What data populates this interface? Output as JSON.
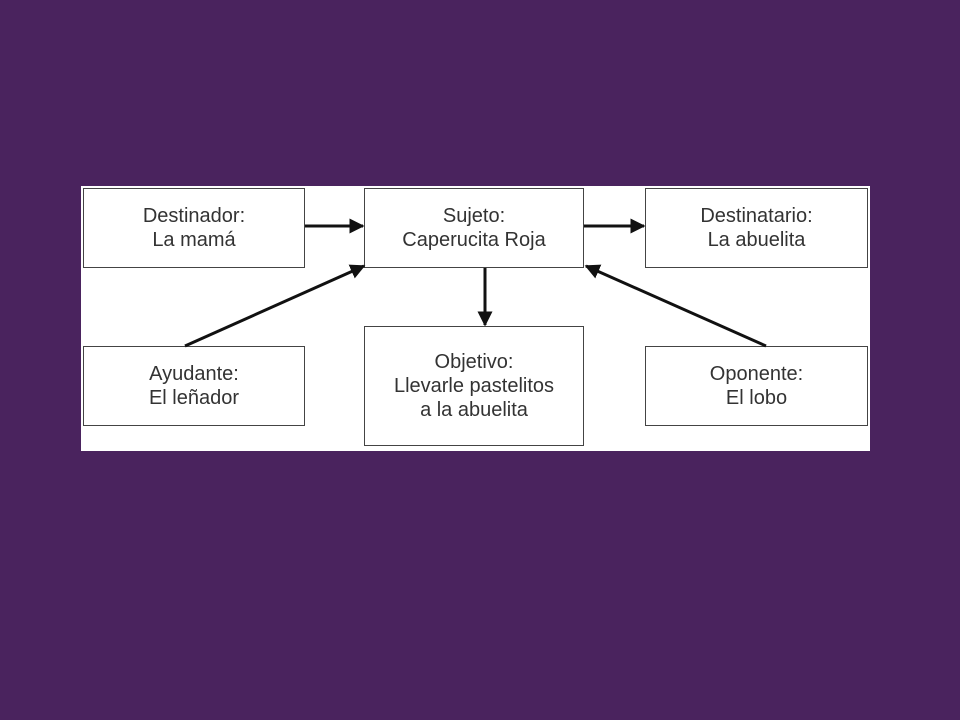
{
  "diagram": {
    "boxes": {
      "destinador": {
        "role": "Destinador:",
        "value": "La mamá"
      },
      "sujeto": {
        "role": "Sujeto:",
        "value": "Caperucita Roja"
      },
      "destinatario": {
        "role": "Destinatario:",
        "value": "La abuelita"
      },
      "ayudante": {
        "role": "Ayudante:",
        "value": "El leñador"
      },
      "objetivo": {
        "role": "Objetivo:",
        "value_line1": "Llevarle pastelitos",
        "value_line2": "a la abuelita"
      },
      "oponente": {
        "role": "Oponente:",
        "value": "El lobo"
      }
    },
    "colors": {
      "background": "#4a235e",
      "panel": "#ffffff",
      "box_border": "#444444",
      "arrow": "#111111",
      "text": "#333333"
    }
  }
}
